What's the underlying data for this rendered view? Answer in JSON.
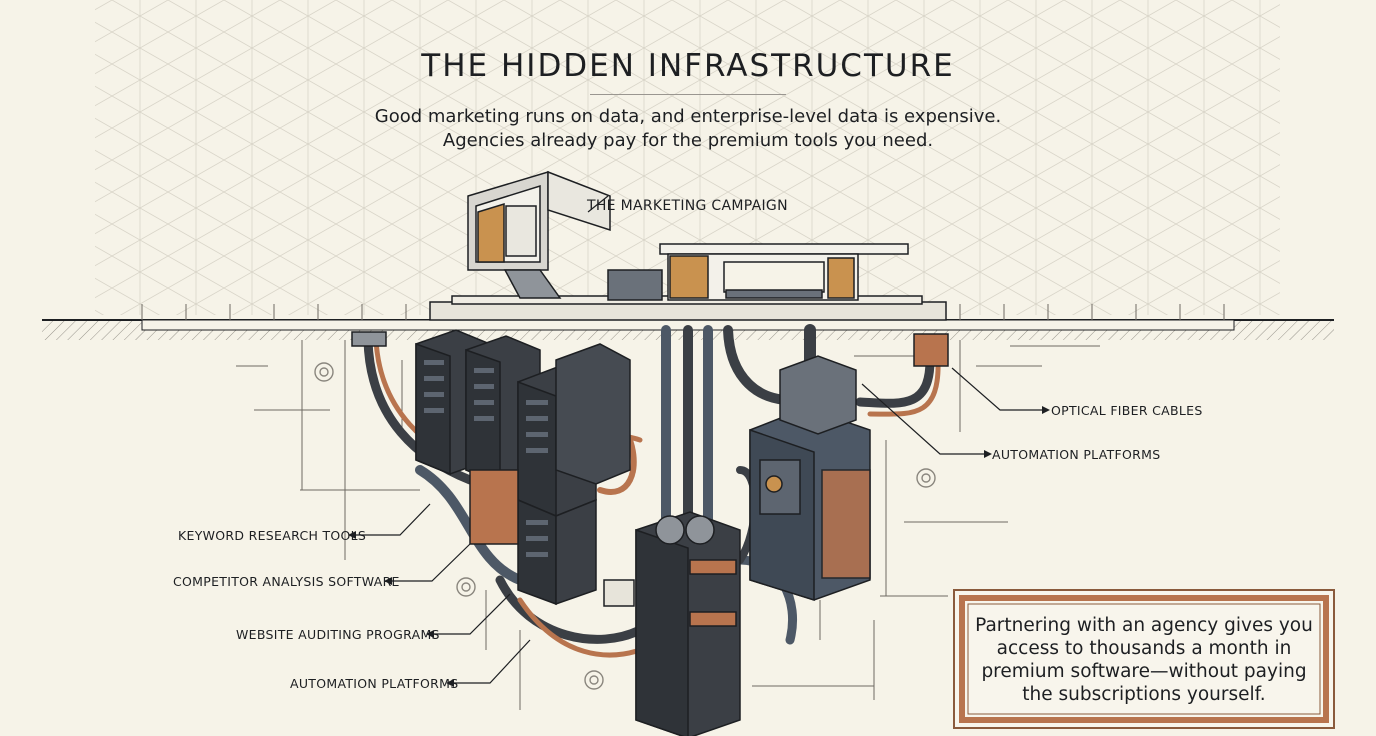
{
  "title": "THE HIDDEN INFRASTRUCTURE",
  "subtitle_line1": "Good marketing runs on data, and enterprise-level data is expensive.",
  "subtitle_line2": "Agencies already pay for the premium tools you need.",
  "labels": {
    "campaign": "THE MARKETING CAMPAIGN",
    "optical_fiber": "OPTICAL FIBER CABLES",
    "automation_right": "AUTOMATION PLATFORMS",
    "keyword_research": "KEYWORD RESEARCH TOOLS",
    "competitor_analysis": "COMPETITOR ANALYSIS SOFTWARE",
    "website_auditing": "WEBSITE AUDITING PROGRAMS",
    "automation_left": "AUTOMATION PLATFORMS"
  },
  "callout": {
    "line1": "Partnering with an agency gives you",
    "line2": "access to thousands a month in",
    "line3": "premium software—without paying",
    "line4": "the subscriptions yourself."
  },
  "colors": {
    "background": "#f6f3e8",
    "ink": "#1d1f22",
    "server": "#3b3f45",
    "copper": "#b8744e",
    "slate": "#4d5866"
  }
}
